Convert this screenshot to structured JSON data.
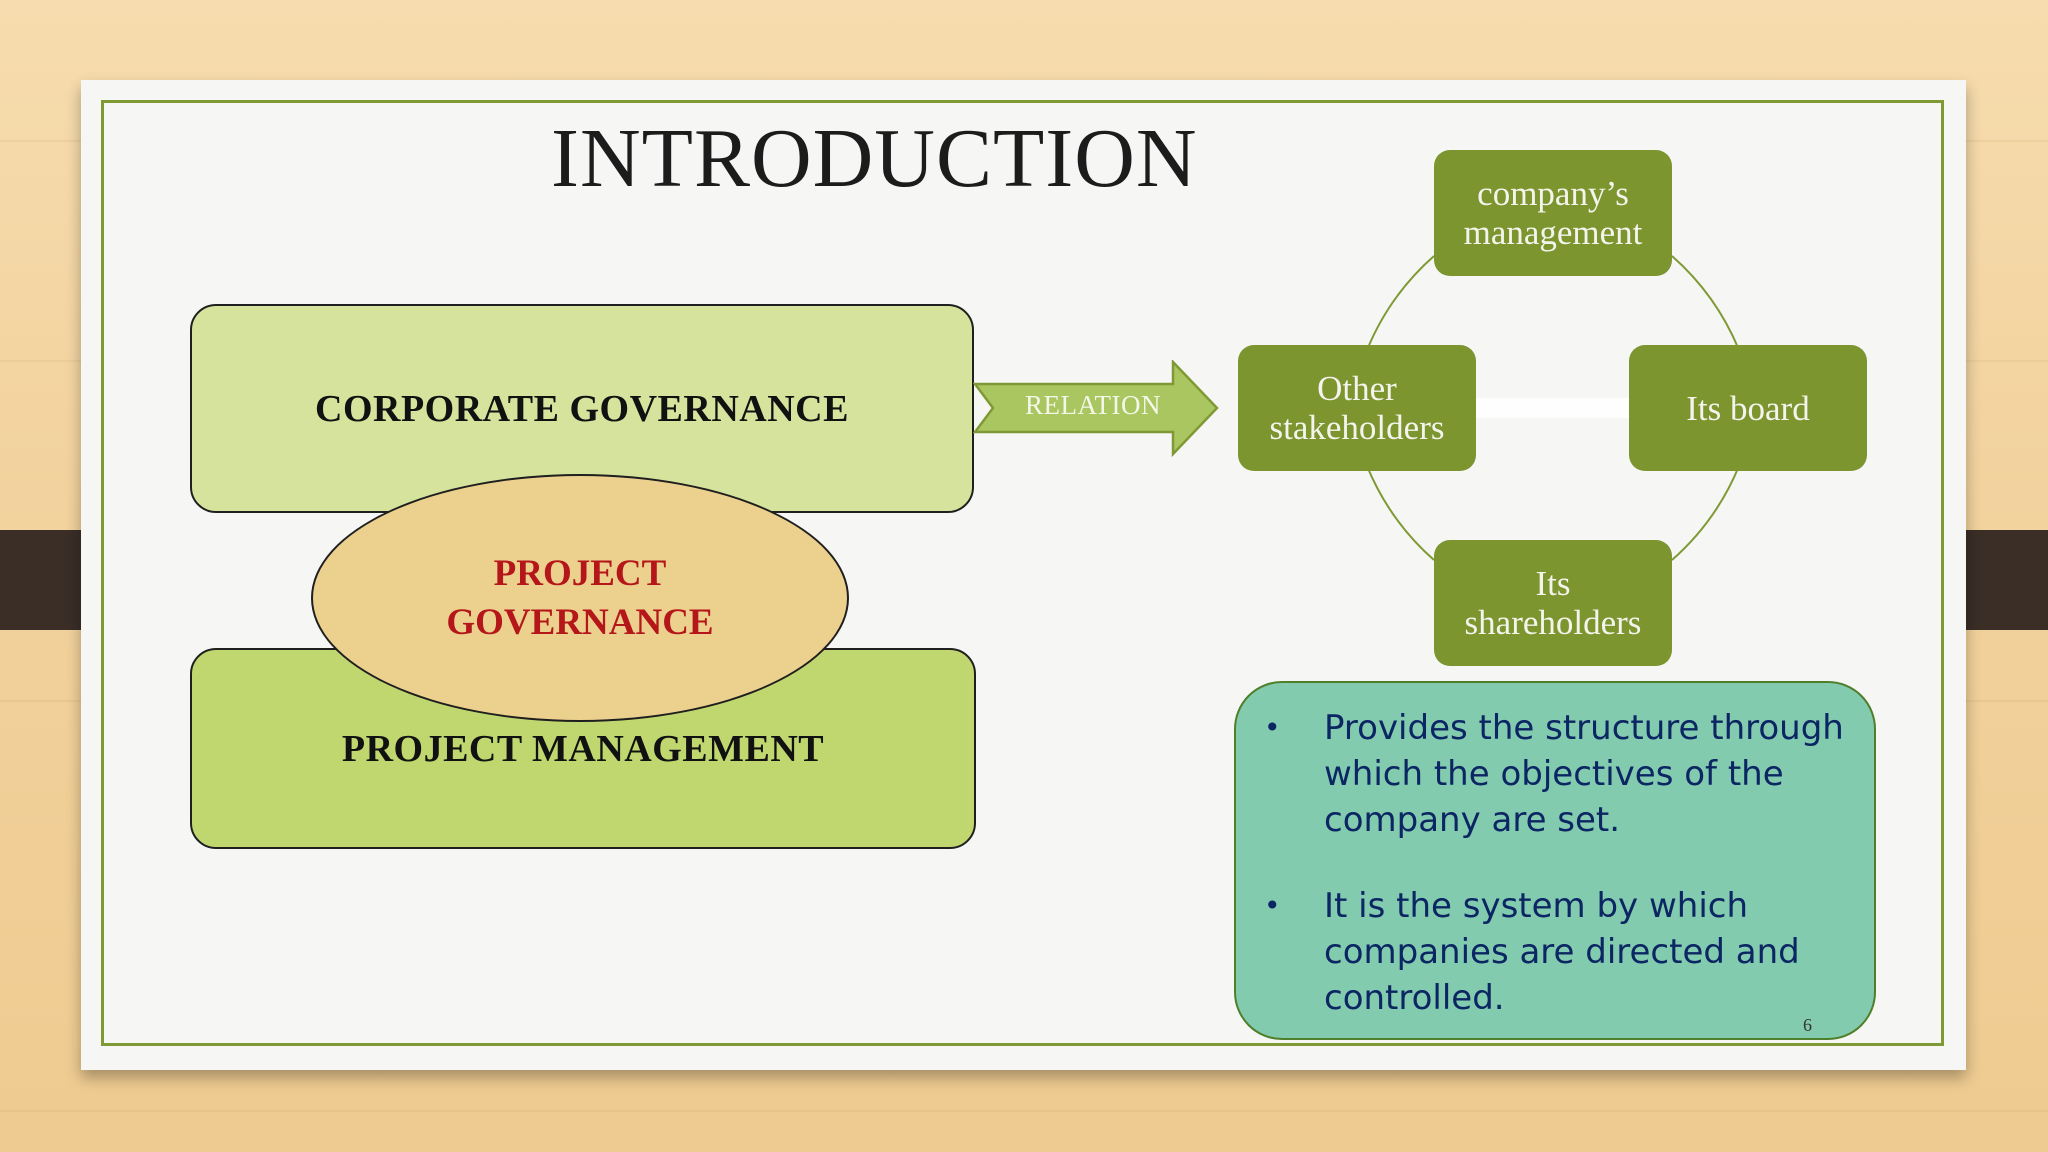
{
  "slide": {
    "title": "INTRODUCTION",
    "page_number": "6"
  },
  "left_diagram": {
    "top_box": "CORPORATE GOVERNANCE",
    "center_ellipse": [
      "PROJECT",
      "GOVERNANCE"
    ],
    "bottom_box": "PROJECT MANAGEMENT",
    "arrow_label": "RELATION"
  },
  "cycle": {
    "nodes": {
      "top": [
        "company’s",
        "management"
      ],
      "left": [
        "Other",
        "stakeholders"
      ],
      "right": [
        "Its board"
      ],
      "bottom": [
        "Its",
        "shareholders"
      ]
    }
  },
  "info": {
    "bullets": [
      [
        "Provides the structure through",
        "which the objectives of the",
        "company are set."
      ],
      [
        "It is the system by which",
        "companies are directed and",
        "controlled."
      ]
    ]
  },
  "colors": {
    "frame": "#7f9a34",
    "corporate_box": "#d6e39d",
    "project_management_box": "#c0d770",
    "ellipse": "#ecd08d",
    "ellipse_text": "#b4161a",
    "cycle_node": "#7c952f",
    "info_box": "#82cbaf",
    "info_text": "#0c2563"
  }
}
